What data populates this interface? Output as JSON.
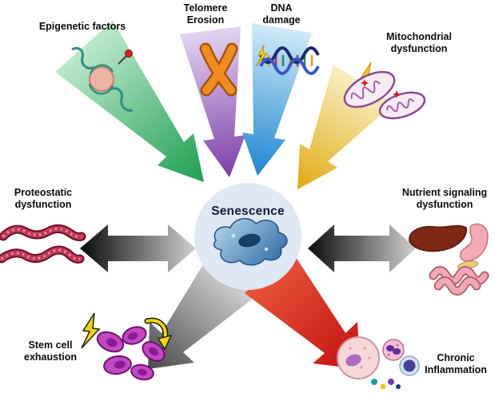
{
  "diagram": {
    "background_color": "#ffffff",
    "center": {
      "label": "Senescence",
      "circle_color": "#dfe8f4",
      "cell_icon": "senescent-cell-icon",
      "cell_color_light": "#a9cfe8",
      "cell_color_dark": "#3f76ac",
      "nucleus_color": "#174066"
    },
    "nodes": [
      {
        "id": "epigenetic-factors",
        "label": "Epigenetic factors",
        "icon": "dna-nucleosome-icon",
        "arrow_direction": "inward",
        "arrow_color_light": "#bce8cb",
        "arrow_color_dark": "#1d9e50"
      },
      {
        "id": "telomere-erosion",
        "label": "Telomere Erosion",
        "icon": "chromosome-icon",
        "arrow_direction": "inward",
        "arrow_color_light": "#e3d3f0",
        "arrow_color_dark": "#7b3fa8"
      },
      {
        "id": "dna-damage",
        "label": "DNA damage",
        "icon": "dna-helix-icon",
        "arrow_direction": "inward",
        "arrow_color_light": "#cfeaf8",
        "arrow_color_dark": "#1e86d0"
      },
      {
        "id": "mitochondrial-dysfunction",
        "label": "Mitochondrial dysfunction",
        "icon": "mitochondria-icon",
        "arrow_direction": "inward",
        "arrow_color_light": "#f8eec2",
        "arrow_color_dark": "#e0ab12"
      },
      {
        "id": "proteostatic-dysfunction",
        "label": "Proteostatic dysfunction",
        "icon": "protein-aggregate-icon",
        "arrow_direction": "bidirectional",
        "arrow_color_light": "#d0d0d0",
        "arrow_color_dark": "#0a0a0a"
      },
      {
        "id": "nutrient-signaling-dysfunction",
        "label": "Nutrient signaling dysfunction",
        "icon": "digestive-organs-icon",
        "arrow_direction": "bidirectional",
        "arrow_color_light": "#d0d0d0",
        "arrow_color_dark": "#0a0a0a"
      },
      {
        "id": "stem-cell-exhaustion",
        "label": "Stem cell exhaustion",
        "icon": "stem-cells-icon",
        "arrow_direction": "outward",
        "arrow_color_light": "#d8d8d8",
        "arrow_color_dark": "#4a4a4a"
      },
      {
        "id": "chronic-inflammation",
        "label": "Chronic Inflammation",
        "icon": "immune-cells-icon",
        "arrow_direction": "outward",
        "arrow_color_light": "#e8543a",
        "arrow_color_dark": "#c31010"
      }
    ]
  }
}
